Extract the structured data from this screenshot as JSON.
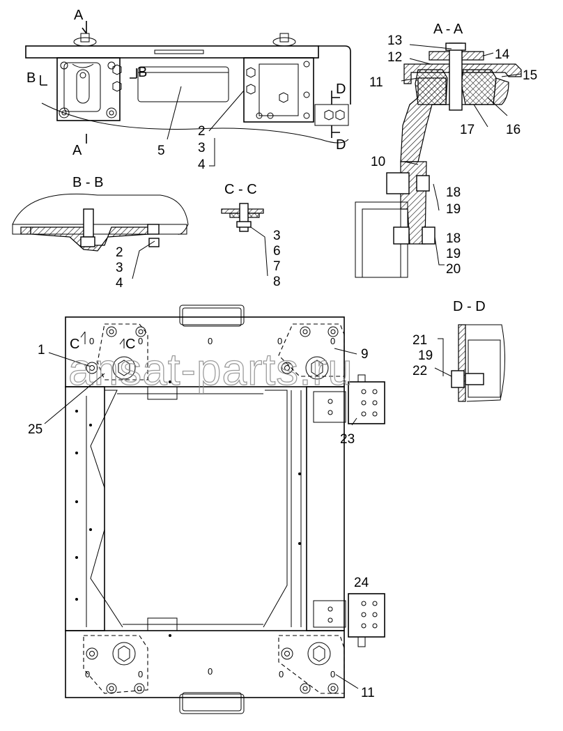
{
  "sections": {
    "aa": "A - A",
    "bb": "B - B",
    "cc": "C - C",
    "dd": "D - D"
  },
  "section_marks": {
    "a": "A",
    "b": "B",
    "c": "C",
    "d": "D"
  },
  "callouts": {
    "n1": "1",
    "n2": "2",
    "n3": "3",
    "n4": "4",
    "n5": "5",
    "n6": "6",
    "n7": "7",
    "n8": "8",
    "n9": "9",
    "n10": "10",
    "n11": "11",
    "n12": "12",
    "n13": "13",
    "n14": "14",
    "n15": "15",
    "n16": "16",
    "n17": "17",
    "n18": "18",
    "n19": "19",
    "n20": "20",
    "n21": "21",
    "n22": "22",
    "n23": "23",
    "n24": "24",
    "n25": "25"
  },
  "hole_mark": "0",
  "watermark": "ansat-parts.ru"
}
